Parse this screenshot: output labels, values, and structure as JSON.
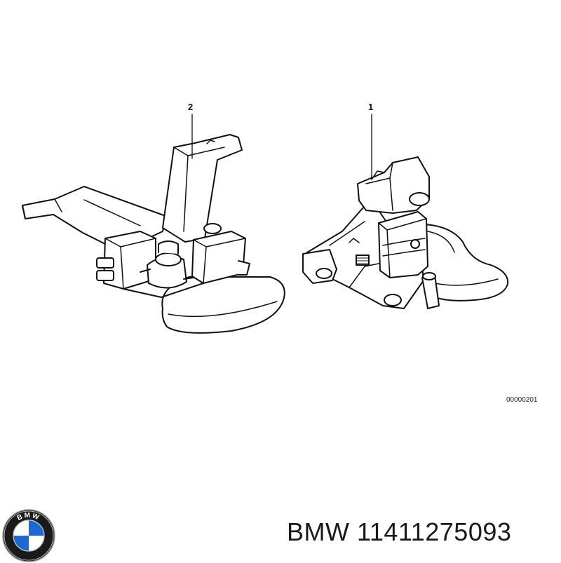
{
  "diagram": {
    "callouts": [
      {
        "id": "pump-assembly",
        "label": "1"
      },
      {
        "id": "suction-pipe",
        "label": "2"
      }
    ],
    "drawing_code": "00000201"
  },
  "footer": {
    "brand": "BMW",
    "part_number": "11411275093",
    "logo_lettering": "BMW",
    "colors": {
      "blue": "#1c69d4",
      "ring": "#1a1a1a",
      "white": "#ffffff"
    }
  }
}
